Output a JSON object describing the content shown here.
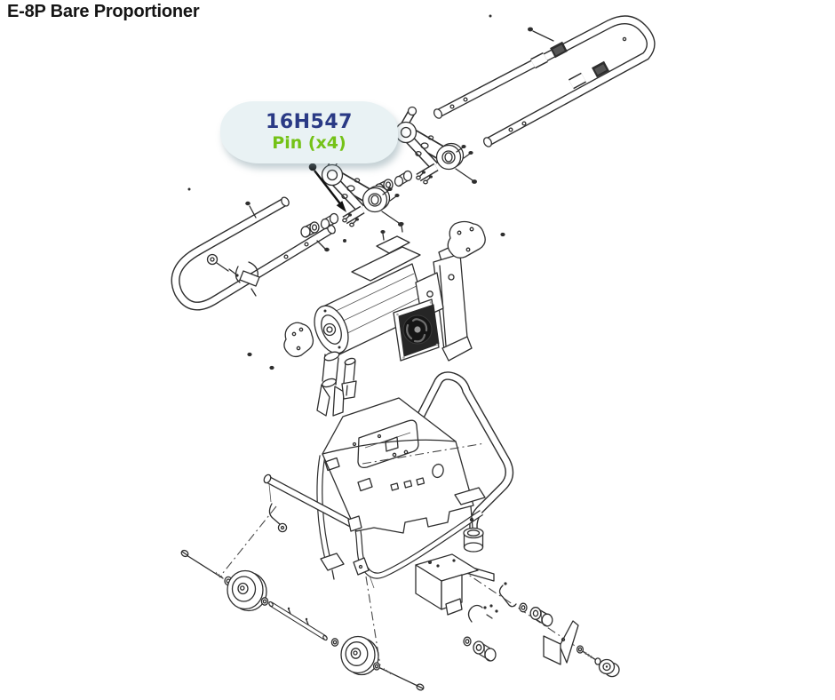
{
  "page": {
    "title": "E-8P Bare Proportioner"
  },
  "callout": {
    "part_number": "16H547",
    "label": "Pin (x4)",
    "colors": {
      "part_number": "#2a3a85",
      "label": "#74c217",
      "bubble_bg": "#e9f2f4"
    }
  }
}
